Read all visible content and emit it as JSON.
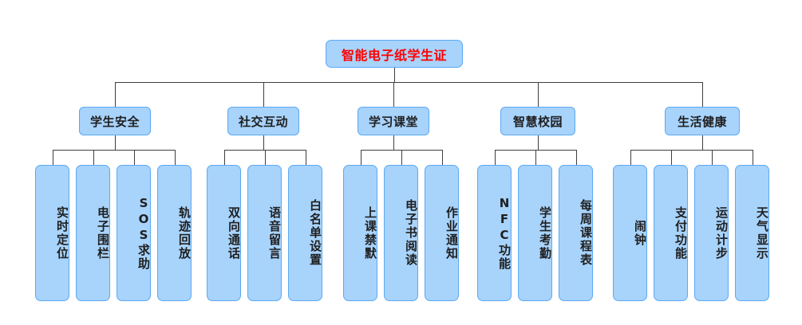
{
  "diagram": {
    "title": "智能电子纸学生证",
    "root": {
      "label": "智能电子纸学生证",
      "text_color": "#ff0000",
      "fill": "#a8d3fb",
      "border": "#5ba9f5"
    },
    "branches": [
      {
        "label": "学生安全",
        "children": [
          {
            "label": "实时定位"
          },
          {
            "label": "电子围栏"
          },
          {
            "label": "SOS求助"
          },
          {
            "label": "轨迹回放"
          }
        ]
      },
      {
        "label": "社交互动",
        "children": [
          {
            "label": "双向通话"
          },
          {
            "label": "语音留言"
          },
          {
            "label": "白名单设置"
          }
        ]
      },
      {
        "label": "学习课堂",
        "children": [
          {
            "label": "上课禁默"
          },
          {
            "label": "电子书阅读"
          },
          {
            "label": "作业通知"
          }
        ]
      },
      {
        "label": "智慧校园",
        "children": [
          {
            "label": "NFC功能"
          },
          {
            "label": "学生考勤"
          },
          {
            "label": "每周课程表"
          }
        ]
      },
      {
        "label": "生活健康",
        "children": [
          {
            "label": "闹钟"
          },
          {
            "label": "支付功能"
          },
          {
            "label": "运动计步"
          },
          {
            "label": "天气显示"
          }
        ]
      }
    ],
    "colors": {
      "node_fill": "#a8d3fb",
      "node_border": "#5ba9f5",
      "connector": "#3f3f3f",
      "root_text": "#ff0000",
      "node_text": "#1f1f1f",
      "background": "#ffffff"
    }
  }
}
